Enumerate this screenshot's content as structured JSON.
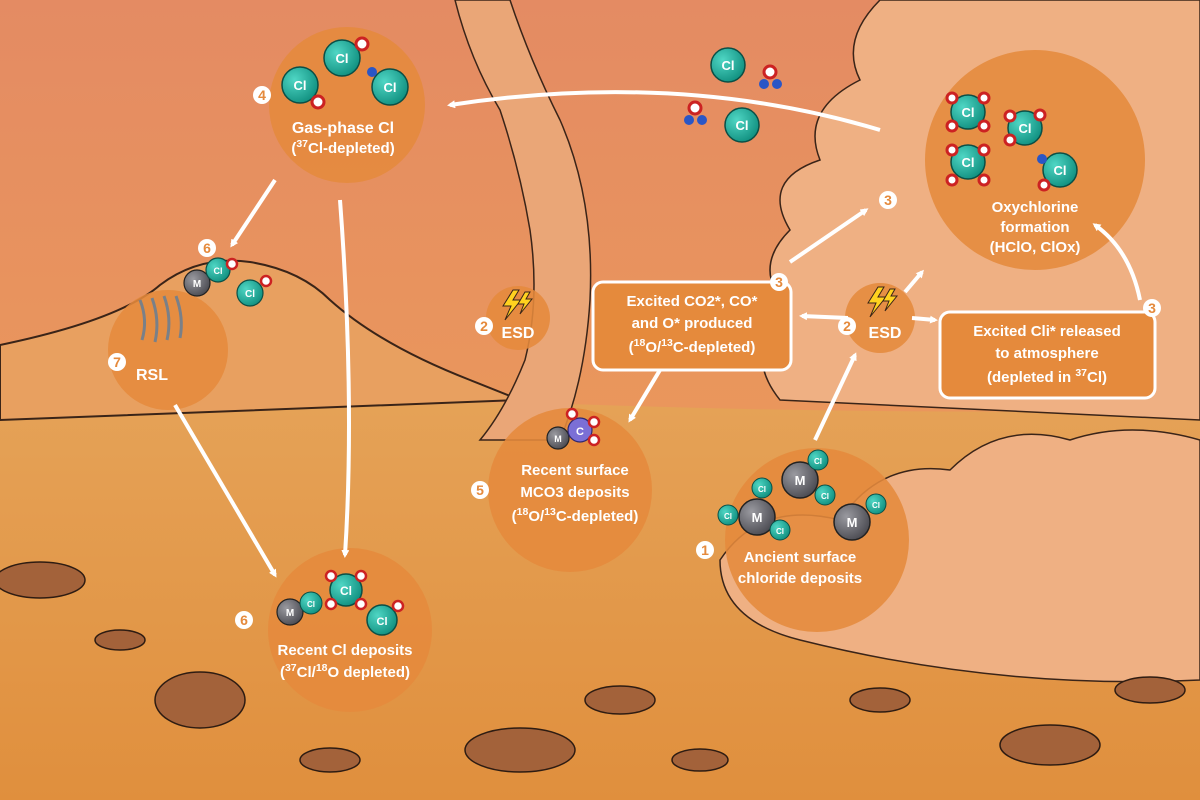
{
  "colors": {
    "node_fill": "#e58a3c",
    "chlorine_atom": "#1db3a0",
    "metal_atom": "#6b6b72",
    "oxygen_atom": "#cc2222",
    "hydrogen_atom": "#2a56c6",
    "carbon_atom": "#7b6fd6",
    "arrow": "#ffffff",
    "lightning": "#ffd21f"
  },
  "steps": {
    "s1": "1",
    "s2": "2",
    "s3": "3",
    "s4": "4",
    "s5": "5",
    "s6": "6",
    "s7": "7"
  },
  "atoms": {
    "cl": "Cl",
    "m": "M",
    "c": "C"
  },
  "isotopes": {
    "cl37": "37",
    "o18": "18",
    "c13": "13"
  },
  "nodes": {
    "gas_phase": {
      "line1": "Gas-phase Cl",
      "line2_rest": "Cl-depleted"
    },
    "esd": "ESD",
    "excited_co2": {
      "line1": "Excited CO2*, CO*",
      "line2": "and O* produced",
      "o_label": "O/",
      "c_label": "C-depleted"
    },
    "excited_cl": {
      "line1": "Excited Cli* released",
      "line2": "to atmosphere",
      "line3_pre": "depleted in "
    },
    "oxychlorine": {
      "line1": "Oxychlorine",
      "line2": "formation",
      "line3": "(HClO, ClOx)"
    },
    "rsl": "RSL",
    "mco3": {
      "line1": "Recent surface",
      "line2": "MCO3 deposits",
      "o_label": "O/",
      "c_label": "C-depleted"
    },
    "ancient": {
      "line1": "Ancient surface",
      "line2": "chloride deposits"
    },
    "recent_cl": {
      "line1": "Recent Cl deposits",
      "cl_label": "Cl/",
      "o_label": "O depleted"
    }
  }
}
